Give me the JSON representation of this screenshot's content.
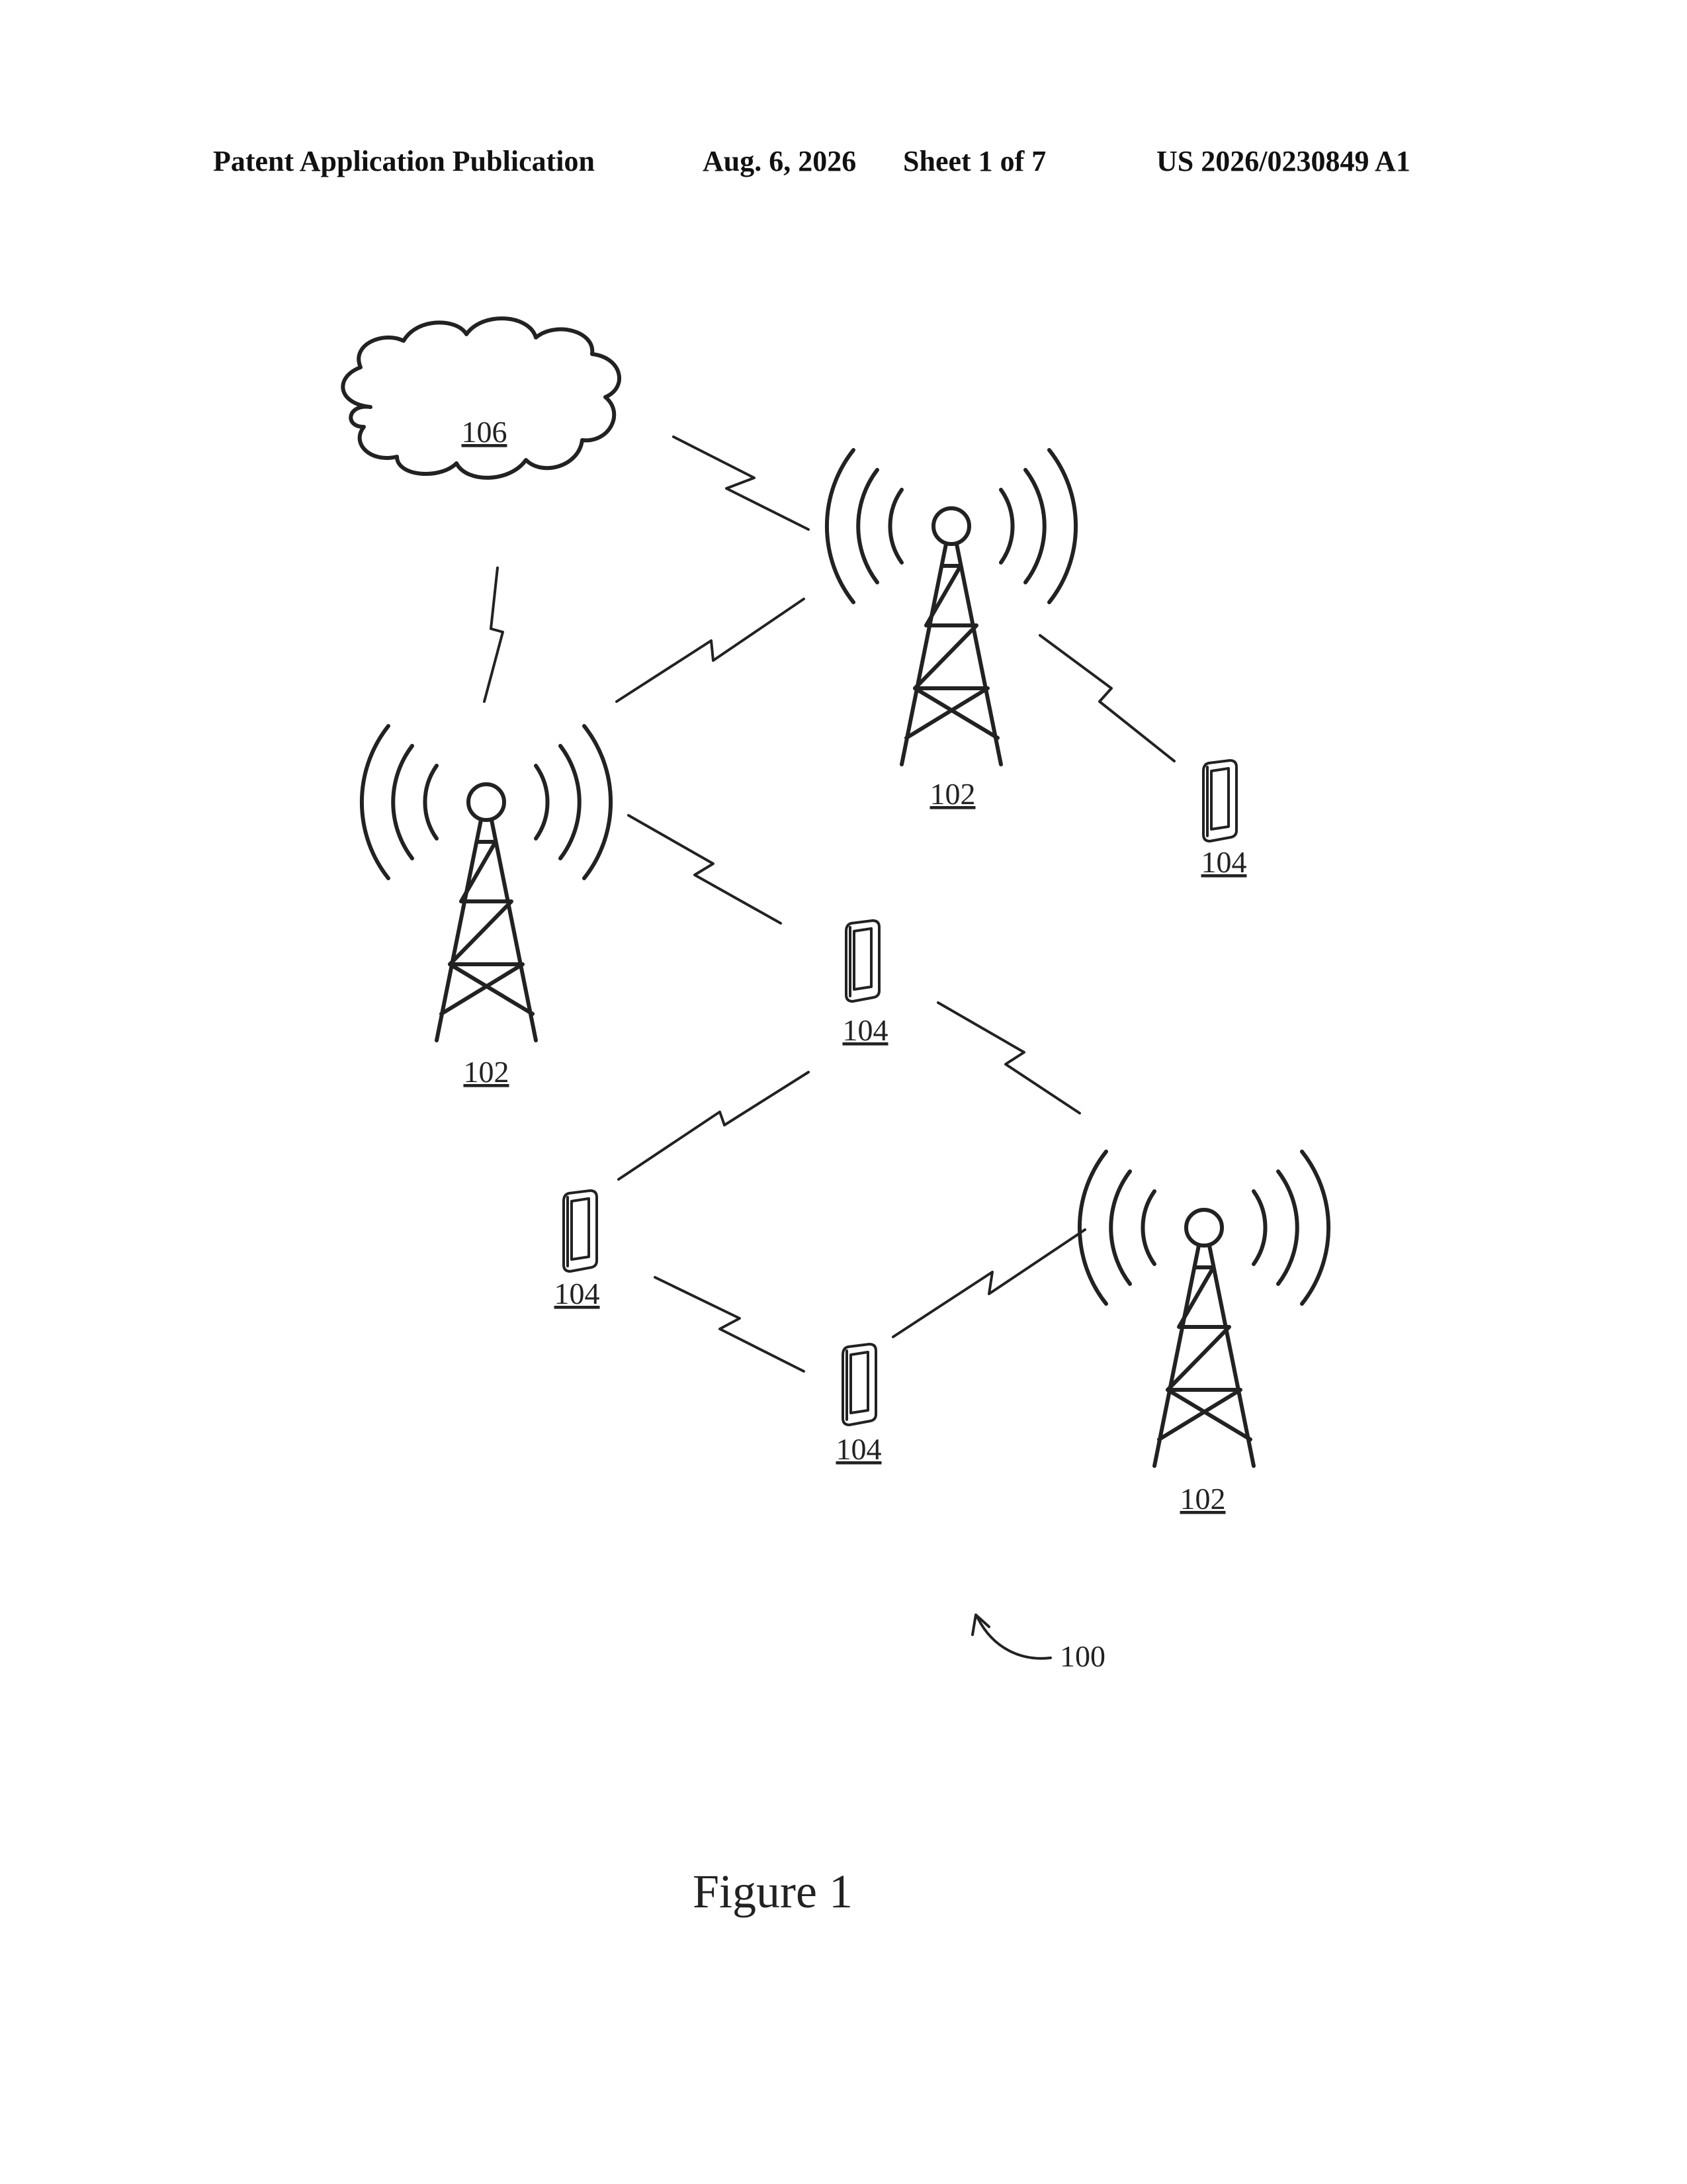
{
  "header": {
    "publication": "Patent Application Publication",
    "date": "Aug. 6, 2026",
    "sheet": "Sheet 1 of 7",
    "number": "US 2026/0230849 A1"
  },
  "labels": {
    "network": "106",
    "tower_top": "102",
    "tower_left": "102",
    "tower_bottom": "102",
    "device_right": "104",
    "device_middle": "104",
    "device_left": "104",
    "device_bottom": "104",
    "system": "100"
  },
  "caption": "Figure 1"
}
